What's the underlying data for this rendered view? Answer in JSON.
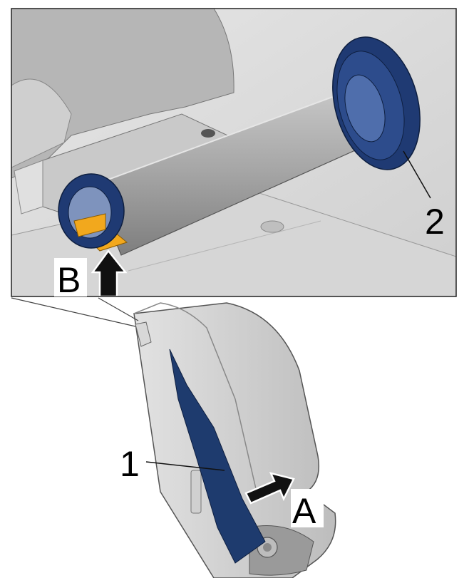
{
  "labels": {
    "callout_1": "1",
    "callout_2": "2",
    "arrow_a": "A",
    "arrow_b": "B"
  },
  "colors": {
    "housing_gray": "#c4c4c4",
    "roller_gray": "#a2a2a2",
    "spool_blue": "#1f3a73",
    "ribbon_blue": "#1e3b6e",
    "orange_part": "#f2a81d",
    "arrow_black": "#111111"
  }
}
